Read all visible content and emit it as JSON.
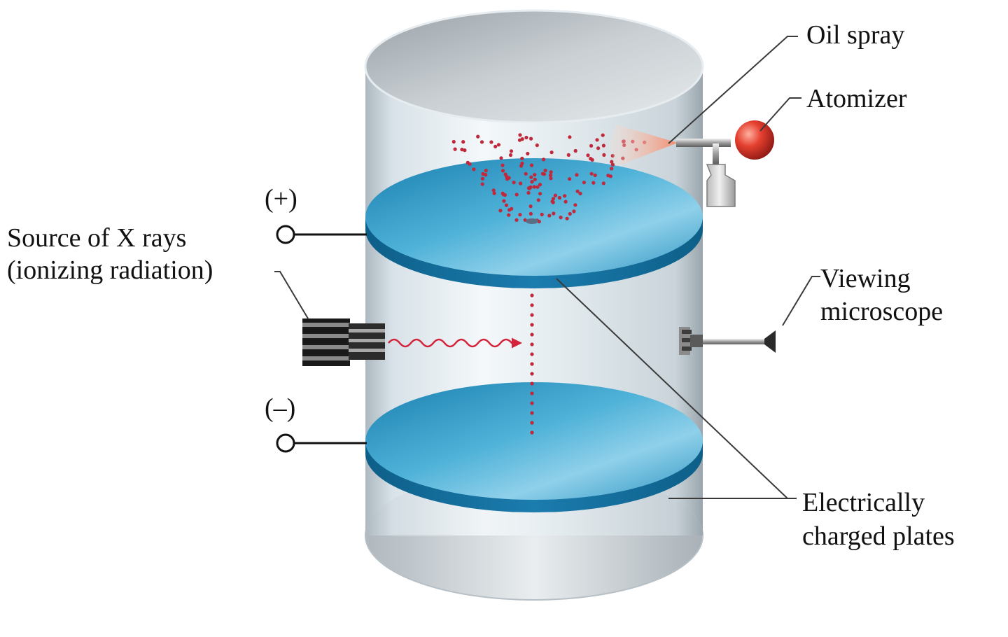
{
  "labels": {
    "oil_spray": "Oil spray",
    "atomizer": "Atomizer",
    "positive_terminal": "(+)",
    "negative_terminal": "(–)",
    "xray_source_line1": "Source of X rays",
    "xray_source_line2": "(ionizing radiation)",
    "microscope_line1": "Viewing",
    "microscope_line2": "microscope",
    "plates_line1": "Electrically",
    "plates_line2": "charged plates"
  },
  "colors": {
    "plate": "#2f97c4",
    "droplet": "#c0283c",
    "atomizer_bulb": "#d7322c",
    "spray_cone": "#f4a88e"
  }
}
